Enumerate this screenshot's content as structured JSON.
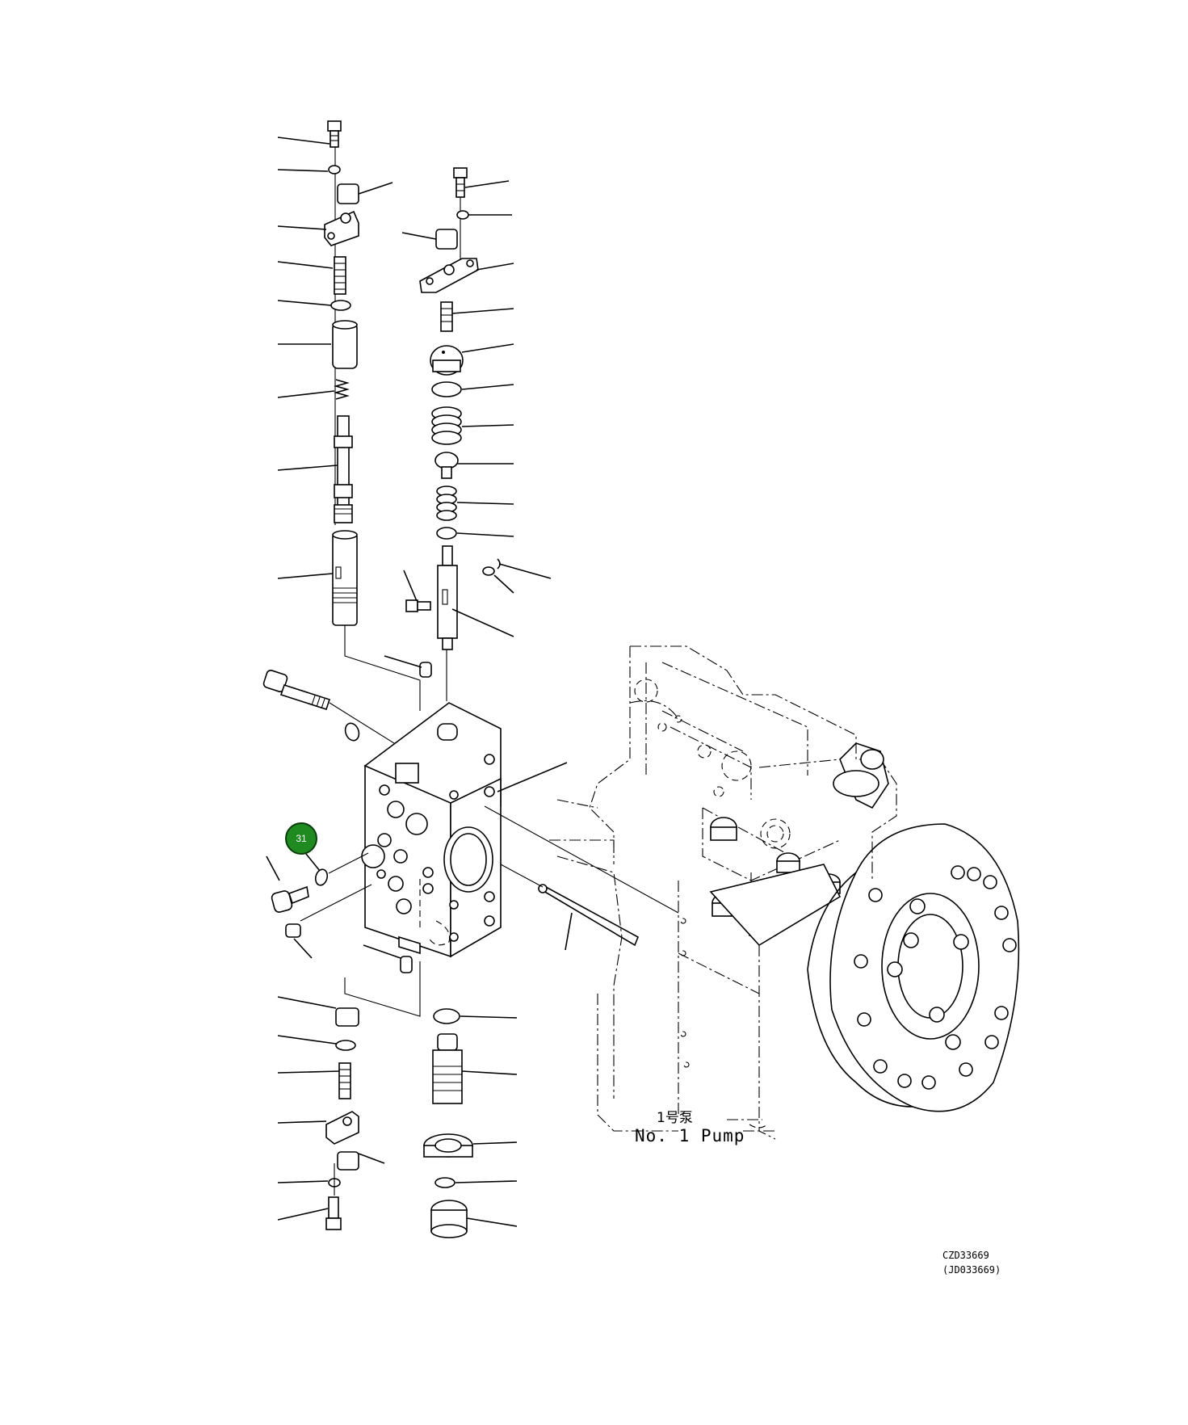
{
  "pump_label": {
    "japanese": "1号泵",
    "english": "No. 1 Pump"
  },
  "drawing_code": {
    "primary": "CZD33669",
    "secondary": "(JD033669)"
  },
  "callouts": [
    {
      "number": "31",
      "color": "#1f8a1f"
    }
  ]
}
